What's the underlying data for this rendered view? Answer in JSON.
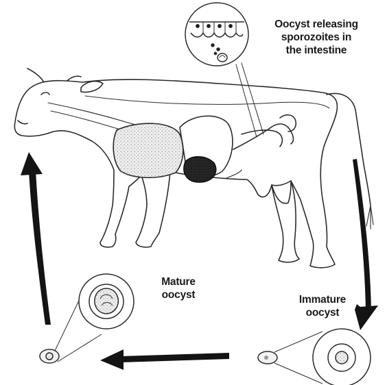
{
  "diagram": {
    "stages": [
      {
        "id": "intestine",
        "label_lines": [
          "Oocyst releasing",
          "sporozoites in",
          "the intestine"
        ]
      },
      {
        "id": "mature",
        "label_lines": [
          "Mature",
          "oocyst"
        ]
      },
      {
        "id": "immature",
        "label_lines": [
          "Immature",
          "oocyst"
        ]
      }
    ],
    "cycle_order": [
      "intestine",
      "immature",
      "mature"
    ],
    "colors": {
      "line": "#2a2a2a",
      "arrow": "#141414",
      "organ_fill": "#e6e6e6",
      "dark_organ": "#1e1e1e",
      "background": "#ffffff"
    }
  }
}
